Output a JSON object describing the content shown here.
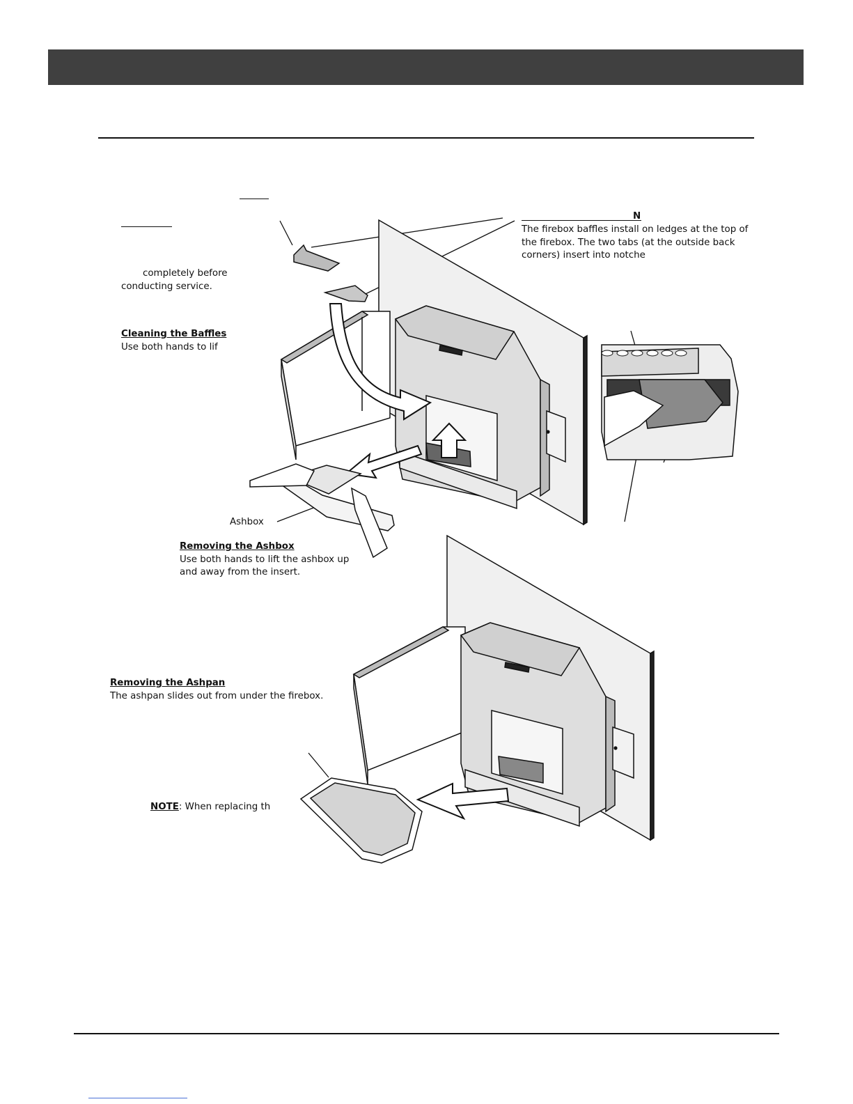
{
  "note_stub": "N",
  "baffle_note": [
    "The firebox baffles install on ledges at the top of",
    "the firebox.  The two tabs (at the outside back",
    "corners) insert into notche"
  ],
  "intro": [
    "completely before",
    "conducting service."
  ],
  "cleaning_baffles": {
    "heading": "Cleaning the Baffles",
    "text": "Use both hands to lif"
  },
  "ashbox_label": "Ashbox",
  "removing_ashbox": {
    "heading": "Removing the Ashbox",
    "text": [
      "Use both hands to lift the ashbox up",
      "and away from the insert."
    ]
  },
  "removing_ashpan": {
    "heading": "Removing the Ashpan",
    "text": "The ashpan slides out from under the firebox."
  },
  "bottom_note": {
    "label": "NOTE",
    "text": ": When replacing th"
  }
}
